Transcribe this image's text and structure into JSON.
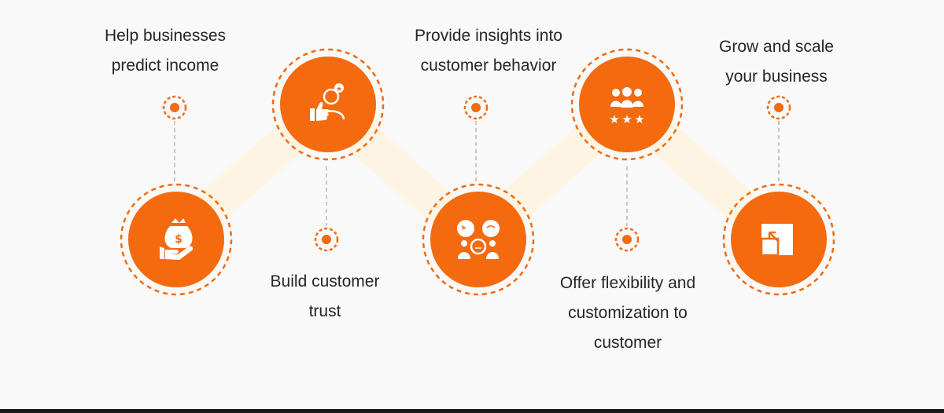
{
  "colors": {
    "accent": "#f36a0f",
    "connector": "#c8c8c8",
    "band": "#fff3df",
    "text": "#262626",
    "icon": "#ffffff"
  },
  "steps": [
    {
      "label": "Help businesses\npredict income",
      "icon": "money-bag-hand-icon",
      "position": "bottom"
    },
    {
      "label": "Build customer\ntrust",
      "icon": "thumbs-up-customer-icon",
      "position": "top"
    },
    {
      "label": "Provide insights into\ncustomer behavior",
      "icon": "customer-faces-icon",
      "position": "bottom"
    },
    {
      "label": "Offer flexibility and\ncustomization to\ncustomer",
      "icon": "customer-rating-stars-icon",
      "position": "top"
    },
    {
      "label": "Grow and scale\nyour business",
      "icon": "scale-expand-icon",
      "position": "bottom"
    }
  ]
}
